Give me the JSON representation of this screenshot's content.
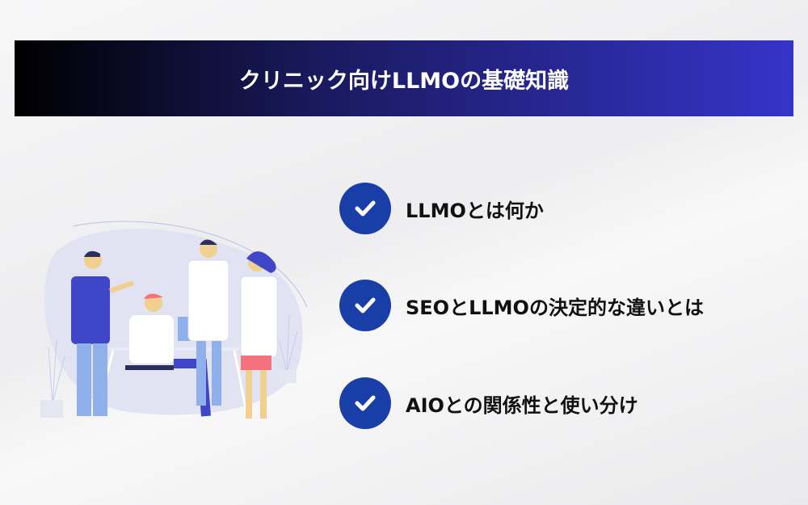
{
  "title": "クリニック向けLLMOの基礎知識",
  "items": [
    {
      "label": "LLMOとは何か",
      "icon": "check-circle-icon"
    },
    {
      "label": "SEOとLLMOの決定的な違いとは",
      "icon": "check-circle-icon"
    },
    {
      "label": "AIOとの関係性と使い分け",
      "icon": "check-circle-icon"
    }
  ],
  "colors": {
    "accent": "#1a3ea8",
    "banner_start": "#000000",
    "banner_end": "#3534c9"
  }
}
